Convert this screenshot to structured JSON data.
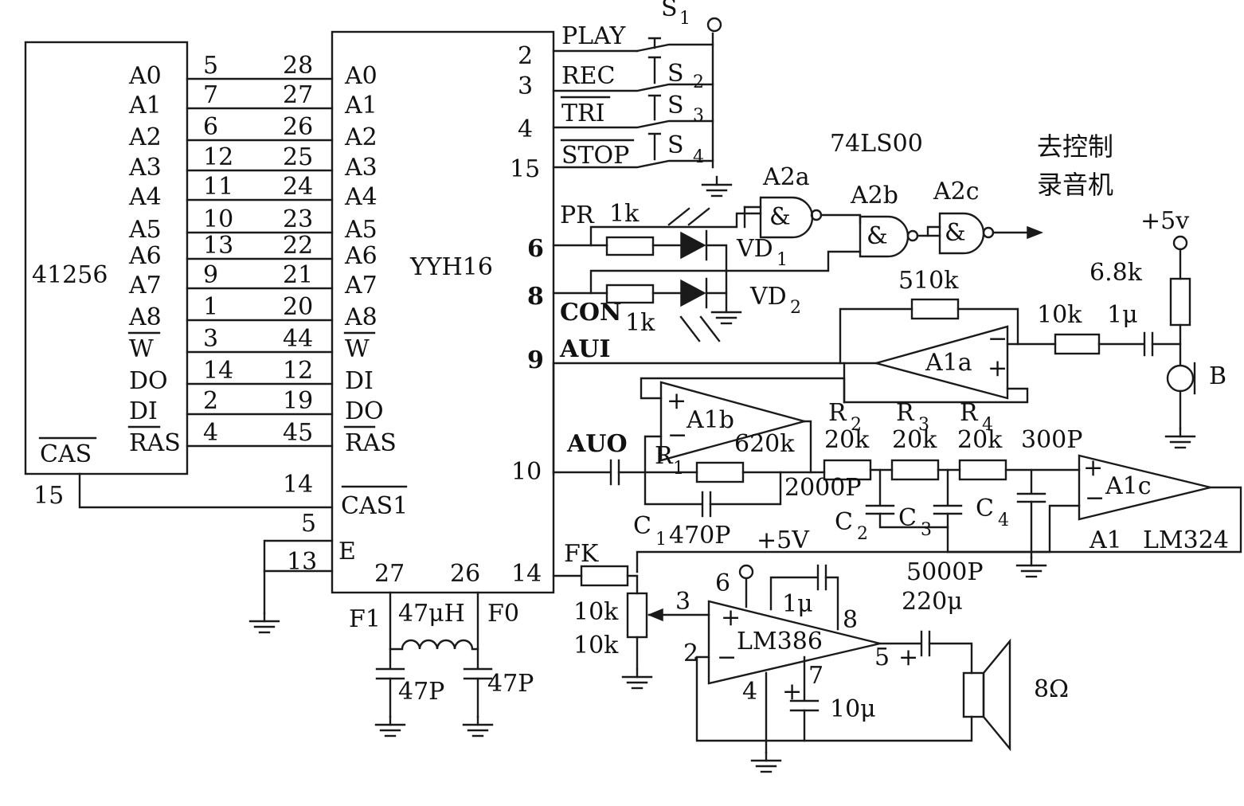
{
  "chip_41256": {
    "name": "41256",
    "pins": [
      "A0",
      "A1",
      "A2",
      "A3",
      "A4",
      "A5",
      "A6",
      "A7",
      "A8",
      "W",
      "DO",
      "DI",
      "RAS"
    ],
    "pin_numbers": [
      "5",
      "7",
      "6",
      "12",
      "11",
      "10",
      "13",
      "9",
      "1",
      "3",
      "14",
      "2",
      "4"
    ],
    "cas_label": "CAS",
    "cas_pin": "15"
  },
  "chip_yyh16": {
    "name": "YYH16",
    "pins": [
      "A0",
      "A1",
      "A2",
      "A3",
      "A4",
      "A5",
      "A6",
      "A7",
      "A8",
      "W",
      "DI",
      "DO",
      "RAS"
    ],
    "pin_numbers": [
      "28",
      "27",
      "26",
      "25",
      "24",
      "23",
      "22",
      "21",
      "20",
      "44",
      "12",
      "19",
      "45"
    ],
    "cas1_label": "CAS1",
    "cas1_pin": "14",
    "pin5": "5",
    "e_label": "E",
    "e_pin": "13",
    "right_pins": [
      "2",
      "3",
      "4",
      "15",
      "6",
      "8",
      "9",
      "10",
      "14"
    ],
    "bottom_pins": [
      "27",
      "26"
    ]
  },
  "switches": {
    "labels": [
      "PLAY",
      "REC",
      "TRI",
      "STOP"
    ],
    "names": [
      "S",
      "S",
      "S",
      "S"
    ],
    "subs": [
      "1",
      "2",
      "3",
      "4"
    ]
  },
  "gates": {
    "ic": "74LS00",
    "names": [
      "A2a",
      "A2b",
      "A2c"
    ],
    "symbol": "&",
    "output_note": [
      "去控制",
      "录音机"
    ]
  },
  "leds": {
    "pr_label": "PR",
    "con_label": "CON",
    "r1": "1k",
    "r2": "1k",
    "vd1": "VD",
    "vd1_sub": "1",
    "vd2": "VD",
    "vd2_sub": "2"
  },
  "mic_stage": {
    "aui_label": "AUI",
    "r_fb": "510k",
    "r_in": "10k",
    "c_in": "1μ",
    "r_bias": "6.8k",
    "vcc": "+5v",
    "opamp": "A1a",
    "mic": "B"
  },
  "filter_stage": {
    "auo_label": "AUO",
    "opamp_b": "A1b",
    "opamp_c": "A1c",
    "r1_label": "R",
    "r1_sub": "1",
    "r1_value": "620k",
    "r2_label": "R",
    "r2_sub": "2",
    "r3_label": "R",
    "r3_sub": "3",
    "r4_label": "R",
    "r4_sub": "4",
    "r2_value": "20k",
    "r3_value": "20k",
    "r4_value": "20k",
    "c_top": "300P",
    "c1_label": "C",
    "c1_sub": "1",
    "c1_value": "470P",
    "c2_label": "C",
    "c2_sub": "2",
    "c2_value": "2000P",
    "c3_label": "C",
    "c3_sub": "3",
    "c4_label": "C",
    "c4_sub": "4",
    "c5000": "5000P",
    "c220": "220μ",
    "vcc": "+5V",
    "a1": "A1",
    "lm324": "LM324"
  },
  "amp_stage": {
    "fk_label": "FK",
    "fk_r": "10k",
    "pot_a": "10k",
    "pot_b": "10k",
    "ic": "LM386",
    "pins": [
      "3",
      "6",
      "2",
      "4",
      "5",
      "7",
      "8"
    ],
    "c_gain": "1μ",
    "c_bypass": "10μ",
    "speaker": "8Ω",
    "plus": "+"
  },
  "oscillator": {
    "f1": "F1",
    "f0": "F0",
    "inductor": "47μH",
    "c_left": "47P",
    "c_right": "47P"
  }
}
